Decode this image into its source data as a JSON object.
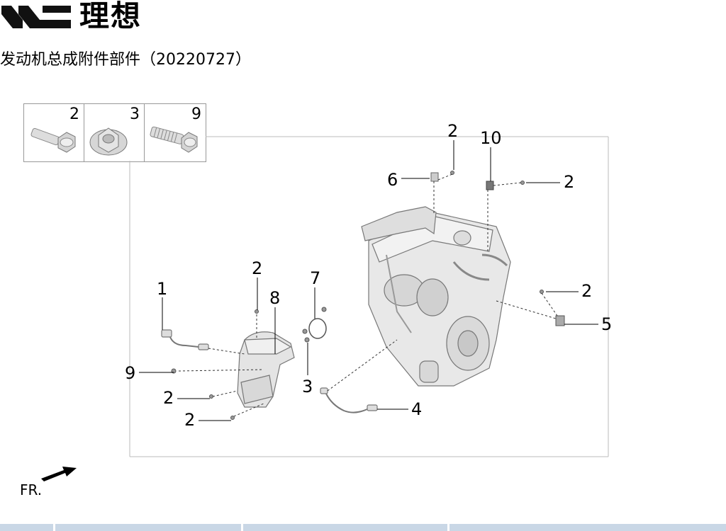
{
  "brand": {
    "name": "理想"
  },
  "document": {
    "title": "发动机总成附件部件（20220727）"
  },
  "fastener_legend": [
    {
      "number": "2",
      "icon": "flange-bolt-short-icon"
    },
    {
      "number": "3",
      "icon": "flange-nut-icon"
    },
    {
      "number": "9",
      "icon": "flange-bolt-long-icon"
    }
  ],
  "callouts": {
    "c2_top": "2",
    "c10": "10",
    "c6": "6",
    "c2_right_top": "2",
    "c1": "1",
    "c2_shield_top": "2",
    "c8": "8",
    "c7": "7",
    "c2_right_mid": "2",
    "c5": "5",
    "c9": "9",
    "c3": "3",
    "c2_left_a": "2",
    "c4": "4",
    "c2_left_b": "2"
  },
  "orientation": {
    "label": "FR."
  },
  "colors": {
    "line": "#000000",
    "frame": "#bbbbbb",
    "part_fill": "#e6e6e6",
    "part_stroke": "#777777",
    "bar": "#c9d7e6"
  }
}
